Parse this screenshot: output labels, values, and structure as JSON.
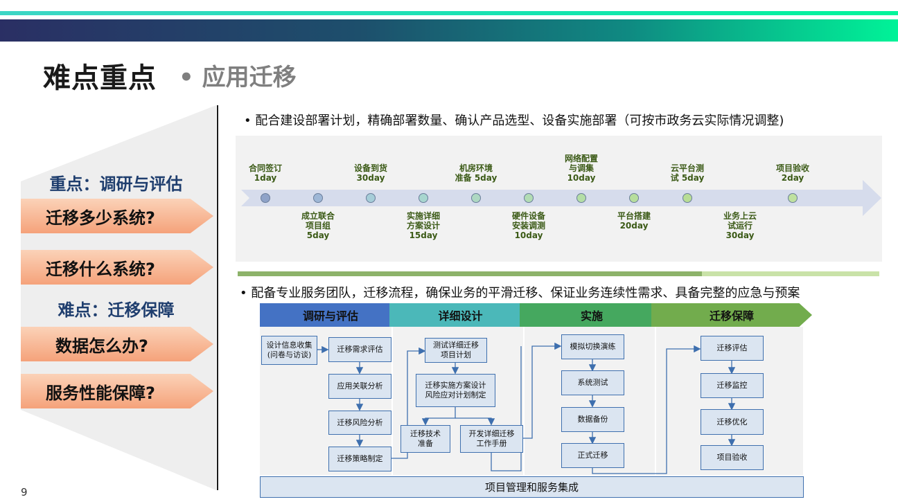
{
  "header": {
    "title": "难点重点",
    "subtitle": "• 应用迁移"
  },
  "page_number": "9",
  "left_panel": {
    "section1_label": "重点：调研与评估",
    "section1_items": [
      "迁移多少系统?",
      "迁移什么系统?"
    ],
    "section2_label": "难点：迁移保障",
    "section2_items": [
      "数据怎么办?",
      "服务性能保障?"
    ]
  },
  "bullets": {
    "first": "•   配合建设部署计划，精确部署数量、确认产品选型、设备实施部署（可按市政务云实际情况调整)",
    "second": "•     配备专业服务团队，迁移流程，确保业务的平滑迁移、保证业务连续性需求、具备完整的应急与预案"
  },
  "timeline": {
    "top_labels": [
      {
        "lines": [
          "合同签订",
          "1day"
        ]
      },
      {
        "lines": [
          "设备到货",
          "30day"
        ]
      },
      {
        "lines": [
          "机房环境",
          "准备 5day"
        ]
      },
      {
        "lines": [
          "网络配置",
          "与调集",
          "10day"
        ]
      },
      {
        "lines": [
          "云平台测",
          "试 5day"
        ]
      },
      {
        "lines": [
          "项目验收",
          "2day"
        ]
      }
    ],
    "bottom_labels": [
      {
        "lines": [
          "成立联合",
          "项目组",
          "5day"
        ]
      },
      {
        "lines": [
          "实施详细",
          "方案设计",
          "15day"
        ]
      },
      {
        "lines": [
          "硬件设备",
          "安装调测",
          "10day"
        ]
      },
      {
        "lines": [
          "平台搭建",
          "20day"
        ]
      },
      {
        "lines": [
          "业务上云",
          "试运行",
          "30day"
        ]
      }
    ],
    "dot_colors": [
      "#8fa3c8",
      "#9eb7d6",
      "#a6cdd8",
      "#a8d6cf",
      "#aed8c2",
      "#b2dcb4",
      "#b4dea6",
      "#b7de9d",
      "#b8dd95",
      "#bfe1a0"
    ],
    "arrow_color": "#d6dcec"
  },
  "flow": {
    "phases": [
      {
        "label": "调研与评估",
        "color": "#4472c4"
      },
      {
        "label": "详细设计",
        "color": "#4bb8b9"
      },
      {
        "label": "实施",
        "color": "#45a85f"
      },
      {
        "label": "迁移保障",
        "color": "#72ac4d"
      }
    ],
    "boxes": {
      "collect": "设计信息收集\n(问卷与访谈)",
      "req_eval": "迁移需求评估",
      "app_rel": "应用关联分析",
      "risk": "迁移风险分析",
      "strategy": "迁移策略制定",
      "test_plan": "测试详细迁移\n项目计划",
      "impl_plan": "迁移实施方案设计\n风险应对计划制定",
      "tech_prep": "迁移技术\n准备",
      "manual": "开发详细迁移\n工作手册",
      "drill": "模拟切换演练",
      "sys_test": "系统测试",
      "backup": "数据备份",
      "formal": "正式迁移",
      "assess": "迁移评估",
      "monitor": "迁移监控",
      "optimize": "迁移优化",
      "accept": "项目验收"
    },
    "footer": "项目管理和服务集成",
    "line_color": "#3e6fae"
  }
}
